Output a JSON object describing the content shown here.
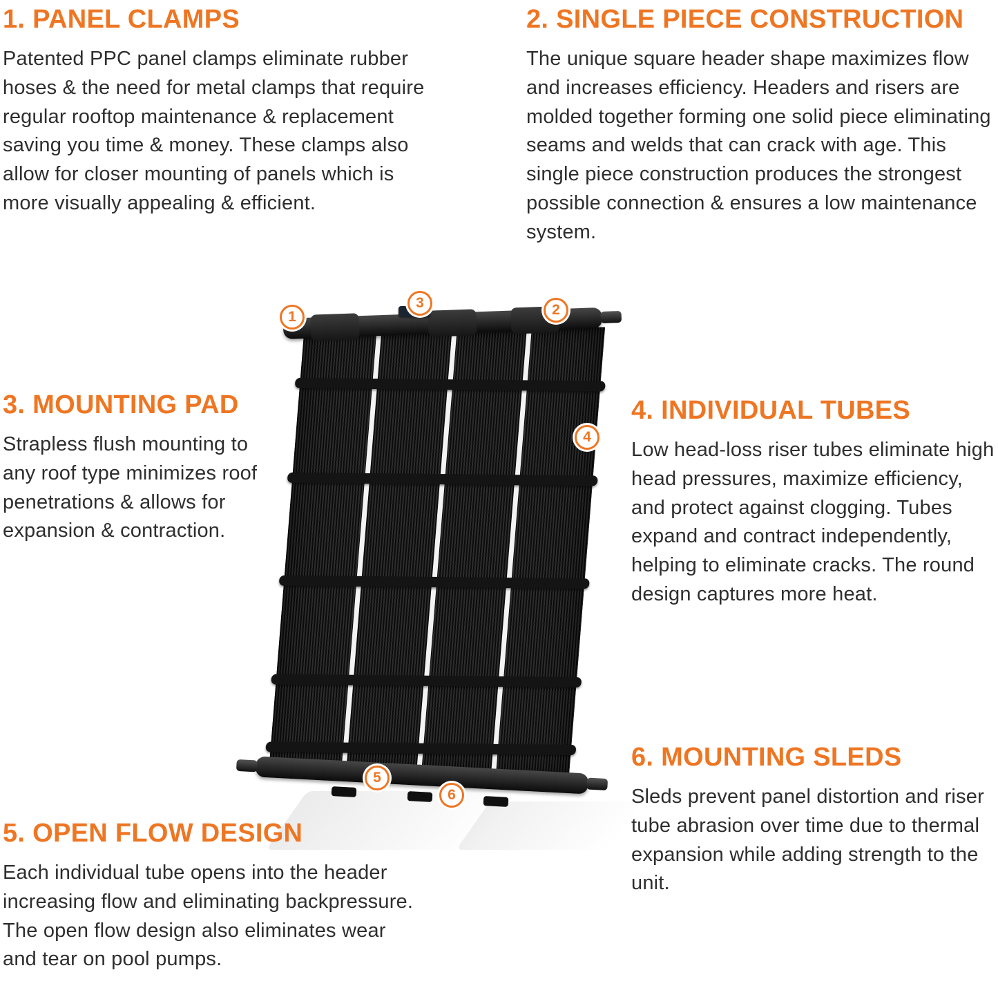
{
  "page": {
    "background": "#ffffff",
    "accent_color": "#ee7623",
    "text_color": "#2e2e2e"
  },
  "sections": [
    {
      "title": "1. PANEL CLAMPS",
      "body": "Patented PPC panel clamps eliminate rubber hoses & the need for metal clamps that require regular rooftop maintenance & replacement saving you time & money. These clamps also allow for closer mounting of panels which is more visually appealing & efficient."
    },
    {
      "title": "2. SINGLE PIECE CONSTRUCTION",
      "body": "The unique square header shape maximizes flow and increases efficiency. Headers and risers are molded together forming one solid piece eliminating seams and welds that can crack with age. This single piece construction produces the strongest possible connection & ensures a low maintenance system."
    },
    {
      "title": "3. MOUNTING PAD",
      "body": "Strapless flush mounting to any roof type minimizes roof penetrations & allows for expansion & contraction."
    },
    {
      "title": "4. INDIVIDUAL TUBES",
      "body": "Low head-loss riser tubes eliminate high head pressures, maximize efficiency, and protect against clogging. Tubes expand and contract independently, helping to eliminate cracks. The round design captures more heat."
    },
    {
      "title": "5. OPEN FLOW DESIGN",
      "body": "Each individual tube opens into the header increasing flow and eliminating backpressure. The open flow design also eliminates wear and tear on pool pumps."
    },
    {
      "title": "6. MOUNTING SLEDS",
      "body": "Sleds prevent panel distortion and riser tube abrasion over time due to thermal expansion while adding strength to the unit."
    }
  ],
  "callouts": [
    "1",
    "2",
    "3",
    "4",
    "5",
    "6"
  ]
}
